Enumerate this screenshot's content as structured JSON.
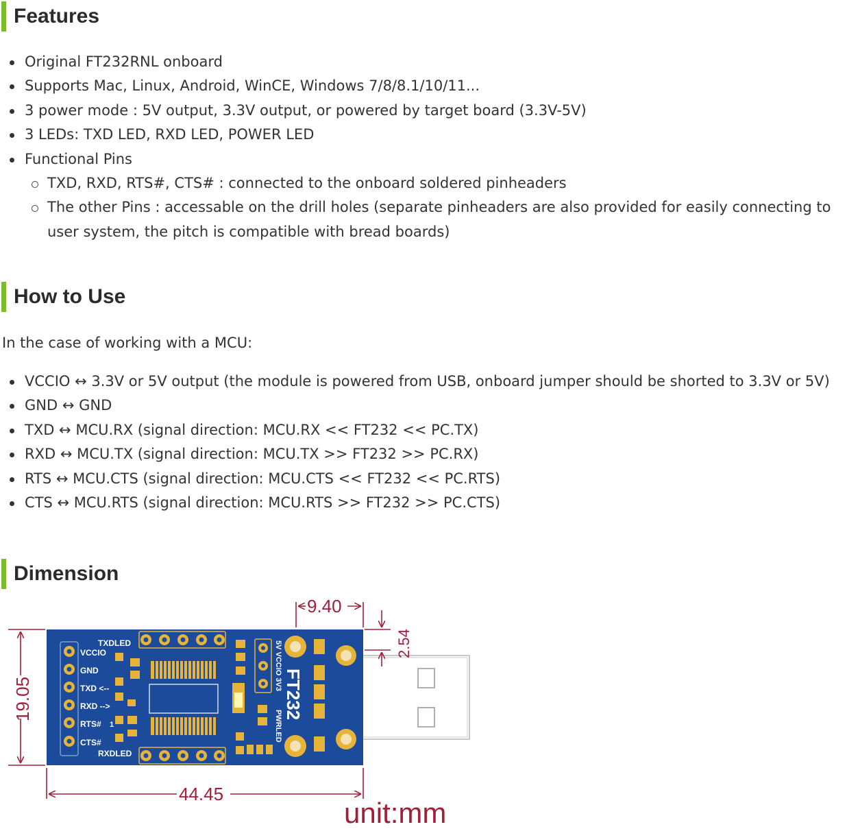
{
  "features": {
    "heading": "Features",
    "items": [
      "Original FT232RNL onboard",
      "Supports Mac, Linux, Android, WinCE, Windows 7/8/8.1/10/11...",
      "3 power mode : 5V output, 3.3V output, or powered by target board (3.3V-5V)",
      "3 LEDs: TXD LED, RXD LED, POWER LED",
      "Functional Pins"
    ],
    "sub_items": [
      "TXD, RXD, RTS#, CTS# : connected to the onboard soldered pinheaders",
      "The other Pins : accessable on the drill holes (separate pinheaders are also provided for easily connecting to user system, the pitch is compatible with bread boards)"
    ]
  },
  "howto": {
    "heading": "How to Use",
    "intro": "In the case of working with a MCU:",
    "items": [
      "VCCIO ↔ 3.3V or 5V output (the module is powered from USB, onboard jumper should be shorted to 3.3V or 5V)",
      "GND ↔ GND",
      "TXD ↔ MCU.RX (signal direction: MCU.RX << FT232 << PC.TX)",
      "RXD ↔ MCU.TX (signal direction: MCU.TX >> FT232 >> PC.RX)",
      "RTS ↔ MCU.CTS (signal direction: MCU.CTS << FT232 << PC.RTS)",
      "CTS ↔ MCU.RTS (signal direction: MCU.RTS >> FT232 >> PC.CTS)"
    ]
  },
  "dimension": {
    "heading": "Dimension",
    "dim_height": "19.05",
    "dim_width": "44.45",
    "dim_connector": "9.40",
    "dim_pitch": "2.54",
    "unit": "unit:mm",
    "board": {
      "top_led": "TXDLED",
      "bottom_led": "RXDLED",
      "pins": [
        "VCCIO",
        "GND",
        "TXD <--",
        "RXD -->",
        "RTS#",
        "CTS#"
      ],
      "chip_label": "FT232",
      "vert_label_1": "5V VCCIO 3V3",
      "vert_label_2": "PWRLED",
      "digit": "1"
    },
    "colors": {
      "accent": "#7dbb2e",
      "pcb": "#1d4b9c",
      "pad": "#e7b43a",
      "dimension": "#a0203a"
    }
  }
}
